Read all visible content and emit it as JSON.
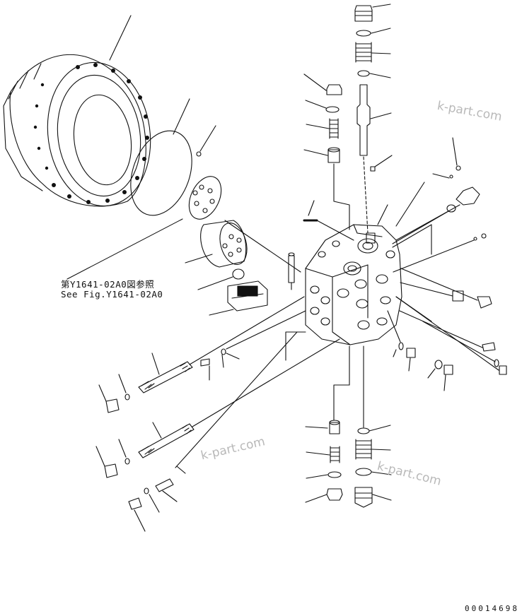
{
  "reference_note": {
    "line_jp": "第Y1641-02A0図参照",
    "line_en": "See Fig.Y1641-02A0"
  },
  "watermarks": [
    "k-part.com",
    "k-part.com",
    "k-part.com"
  ],
  "drawing_number": "00014698",
  "colors": {
    "ink": "#111111",
    "watermark": "#b9b9b9",
    "background": "#ffffff"
  }
}
